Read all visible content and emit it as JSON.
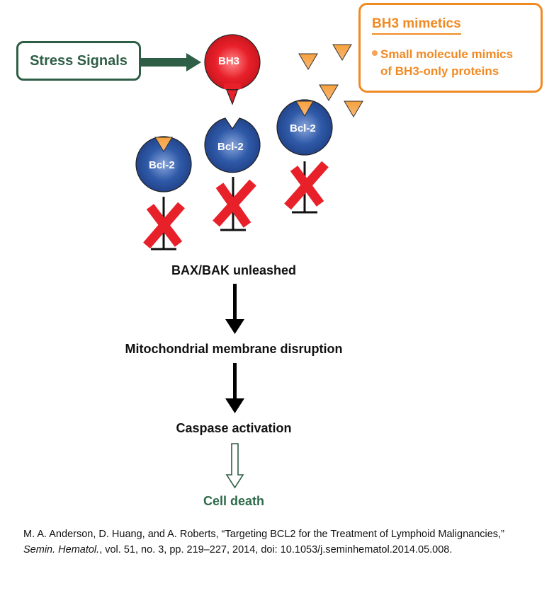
{
  "stress_signals": {
    "label": "Stress Signals",
    "color": "#2e5e45"
  },
  "bh3_protein": {
    "label": "BH3",
    "color": "#e8202a"
  },
  "bcl2_proteins": [
    {
      "label": "Bcl-2",
      "state": "bound-to-mimetic"
    },
    {
      "label": "Bcl-2",
      "state": "bound-to-bh3"
    },
    {
      "label": "Bcl-2",
      "state": "bound-to-mimetic"
    }
  ],
  "mimetics_box": {
    "title": "BH3 mimetics",
    "bullet": "Small molecule mimics of BH3-only proteins",
    "bullet_line1": "Small molecule mimics",
    "bullet_line2": "of BH3-only proteins",
    "color": "#f08a24"
  },
  "flow_steps": [
    {
      "label": "BAX/BAK unleashed"
    },
    {
      "label": "Mitochondrial membrane disruption"
    },
    {
      "label": "Caspase activation"
    },
    {
      "label": "Cell death",
      "color": "#2e6b4a"
    }
  ],
  "colors": {
    "bcl2_blue": "#2a57a5",
    "mimetic_orange": "#f5a04a",
    "cross_red": "#e8202a"
  },
  "citation": {
    "authors": "M. A. Anderson, D. Huang, and A. Roberts, “Targeting BCL2 for the Treatment of Lymphoid Malignancies,” ",
    "journal": "Semin. Hematol.",
    "details": ", vol. 51, no. 3, pp. 219–227, 2014, doi: 10.1053/j.seminhematol.2014.05.008."
  }
}
